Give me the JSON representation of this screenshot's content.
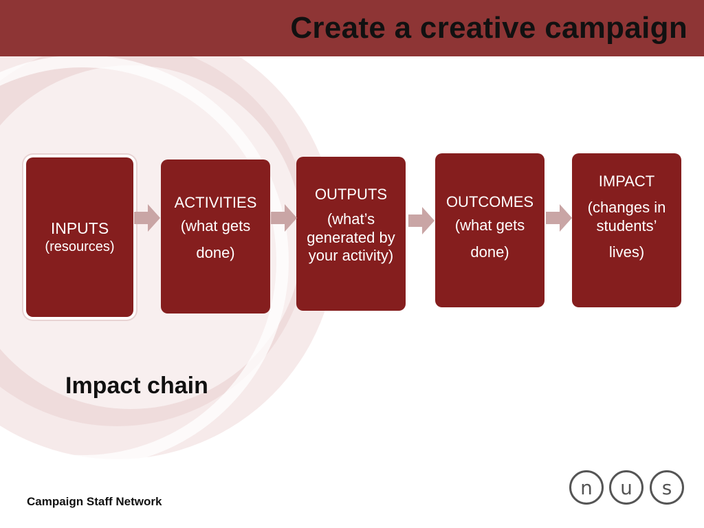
{
  "title": "Create a creative campaign",
  "subtitle": "Impact chain",
  "footer": "Campaign Staff Network",
  "logo": {
    "letters": [
      "n",
      "u",
      "s"
    ]
  },
  "colors": {
    "band": "#8e3535",
    "box": "#851e1e",
    "arrow": "#c9a5a5"
  },
  "chain": [
    {
      "lines": [
        "INPUTS",
        "(resources)"
      ]
    },
    {
      "lines": [
        "ACTIVITIES",
        "(what gets",
        "done)"
      ]
    },
    {
      "lines": [
        "OUTPUTS",
        "(what’s generated by your activity)"
      ]
    },
    {
      "lines": [
        "OUTCOMES",
        "(what gets",
        "done)"
      ]
    },
    {
      "lines": [
        "IMPACT",
        "(changes in students’",
        "lives)"
      ]
    }
  ]
}
